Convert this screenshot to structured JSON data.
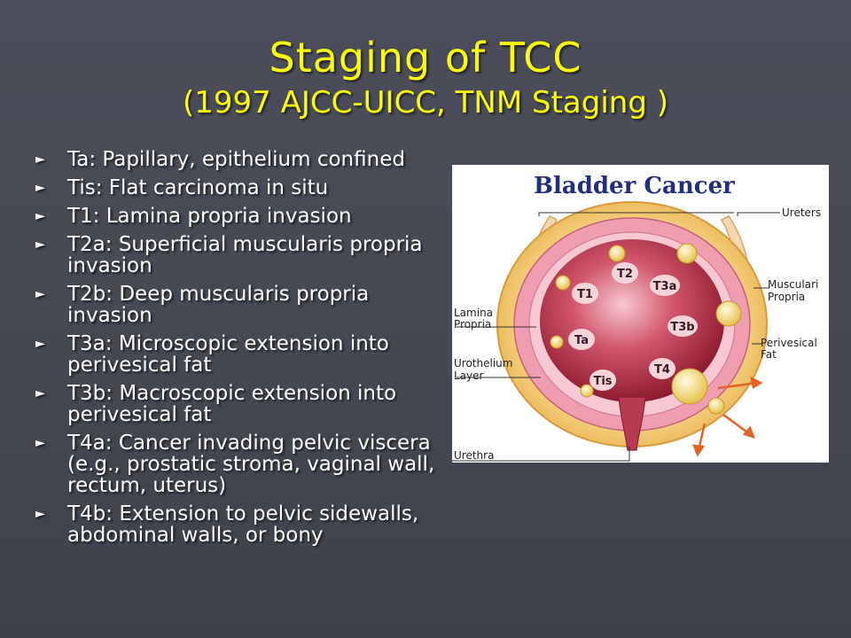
{
  "slide": {
    "title_line1": "Staging of TCC",
    "title_line2": "(1997 AJCC-UICC, TNM Staging )",
    "bullets": [
      "Ta: Papillary, epithelium confined",
      "Tis: Flat carcinoma in situ",
      "T1: Lamina propria invasion",
      "T2a: Superficial muscularis propria invasion",
      "T2b: Deep muscularis propria invasion",
      "T3a: Microscopic extension into perivesical fat",
      "T3b: Macroscopic extension into perivesical fat",
      "T4a: Cancer invading pelvic viscera (e.g., prostatic stroma, vaginal wall, rectum, uterus)",
      "T4b: Extension to pelvic sidewalls, abdominal walls, or bony"
    ]
  },
  "figure": {
    "heading": "Bladder Cancer",
    "labels": {
      "ureters": "Ureters",
      "muscularis_1": "Musculari",
      "muscularis_2": "Propria",
      "lamina_1": "Lamina",
      "lamina_2": "Propria",
      "perivesical_1": "Perivesical",
      "perivesical_2": "Fat",
      "urothelium_1": "Urothelium",
      "urothelium_2": "Layer",
      "urethra": "Urethra"
    },
    "stages": {
      "t1": "T1",
      "t2": "T2",
      "t3a": "T3a",
      "t3b": "T3b",
      "ta": "Ta",
      "tis": "Tis",
      "t4": "T4"
    }
  },
  "colors": {
    "background": "#474a55",
    "title": "#ffff00",
    "text": "#ffffff",
    "figure_heading": "#1f2f7a",
    "fat": "#f3c46a",
    "muscle": "#e88aa0",
    "lumen": "#a8263a",
    "arrow": "#e2632a"
  }
}
